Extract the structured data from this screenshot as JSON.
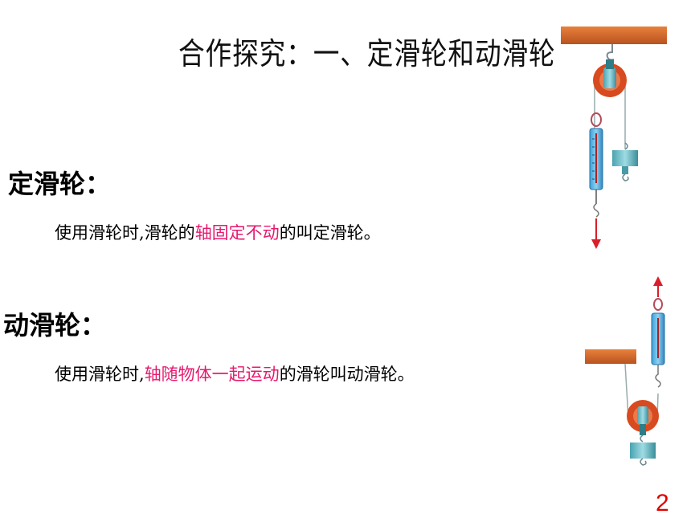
{
  "title": "合作探究：一、定滑轮和动滑轮",
  "fixed_pulley": {
    "heading": "定滑轮：",
    "desc_before": "使用滑轮时,滑轮的",
    "desc_highlight": "轴固定不动",
    "desc_after": "的叫定滑轮。"
  },
  "movable_pulley": {
    "heading": "动滑轮：",
    "desc_before": "使用滑轮时,",
    "desc_highlight": "轴随物体一起运动",
    "desc_after": "的滑轮叫动滑轮。"
  },
  "page_number": "2",
  "colors": {
    "highlight": "#e6196e",
    "page_number": "#e00000",
    "wood": "#d0662b",
    "arrow": "#d81f2a"
  }
}
